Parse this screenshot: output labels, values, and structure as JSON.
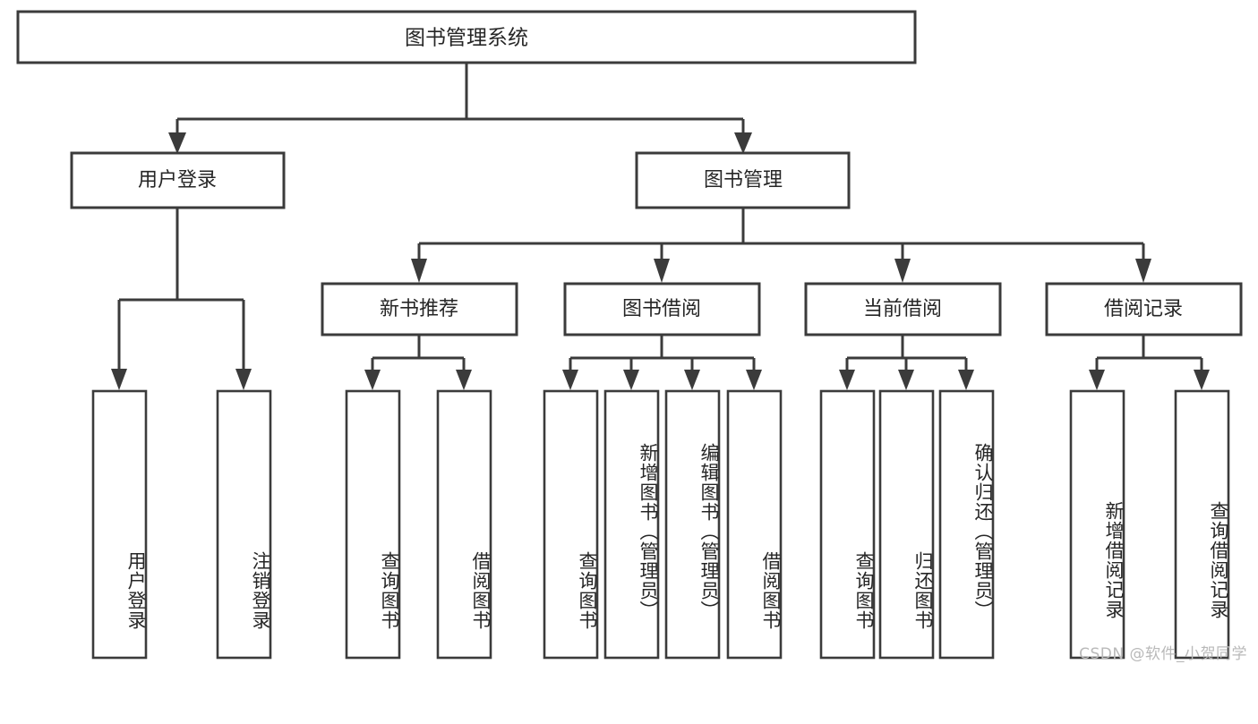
{
  "diagram": {
    "type": "tree-hierarchy",
    "title": "图书管理系统",
    "root": {
      "id": "root",
      "label": "图书管理系统",
      "level": 0
    },
    "level1": [
      {
        "id": "user-login",
        "label": "用户登录"
      },
      {
        "id": "book-management",
        "label": "图书管理"
      }
    ],
    "level2": [
      {
        "id": "new-book-recommend",
        "label": "新书推荐",
        "parent": "book-management"
      },
      {
        "id": "book-borrow",
        "label": "图书借阅",
        "parent": "book-management"
      },
      {
        "id": "current-borrow",
        "label": "当前借阅",
        "parent": "book-management"
      },
      {
        "id": "borrow-record",
        "label": "借阅记录",
        "parent": "book-management"
      }
    ],
    "leaves": {
      "user-login": [
        {
          "id": "leaf-user-login",
          "label": "用户登录"
        },
        {
          "id": "leaf-user-logout",
          "label": "注销登录"
        }
      ],
      "new-book-recommend": [
        {
          "id": "leaf-query-book-1",
          "label": "查询图书"
        },
        {
          "id": "leaf-borrow-book-1",
          "label": "借阅图书"
        }
      ],
      "book-borrow": [
        {
          "id": "leaf-query-book-2",
          "label": "查询图书"
        },
        {
          "id": "leaf-add-book",
          "label": "新增图书（管理员）"
        },
        {
          "id": "leaf-edit-book",
          "label": "编辑图书（管理员）"
        },
        {
          "id": "leaf-borrow-book-2",
          "label": "借阅图书"
        }
      ],
      "current-borrow": [
        {
          "id": "leaf-query-book-3",
          "label": "查询图书"
        },
        {
          "id": "leaf-return-book",
          "label": "归还图书"
        },
        {
          "id": "leaf-confirm-return",
          "label": "确认归还（管理员）"
        }
      ],
      "borrow-record": [
        {
          "id": "leaf-add-record",
          "label": "新增借阅记录"
        },
        {
          "id": "leaf-query-record",
          "label": "查询借阅记录"
        }
      ]
    }
  },
  "watermark": {
    "text": "CSDN @软件_小贺同学"
  },
  "colors": {
    "stroke": "#3b3b3b",
    "box_fill": "#ffffff",
    "text": "#262626",
    "watermark": "#b9b9b9",
    "background": "#ffffff"
  }
}
